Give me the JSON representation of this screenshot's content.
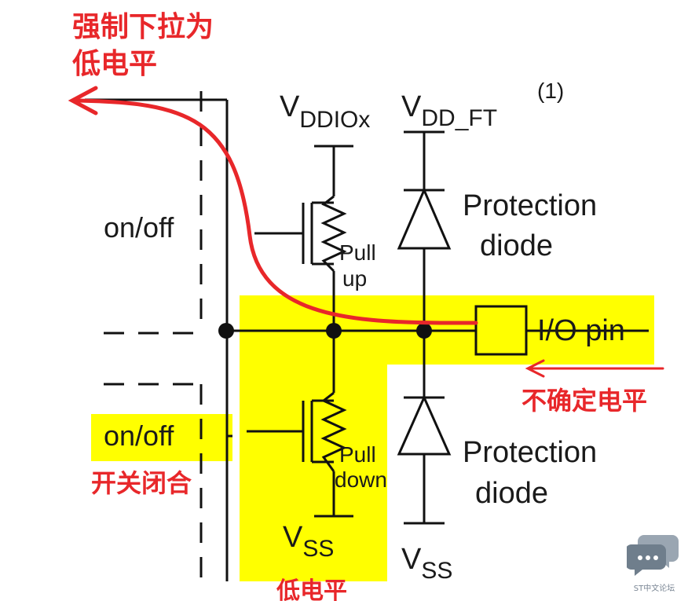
{
  "annotations": {
    "pull_up_note_line1": "强制下拉为",
    "pull_up_note_line2": "低电平",
    "undetermined_level": "不确定电平",
    "switch_closed": "开关闭合",
    "low_level_bottom": "低电平"
  },
  "circuit": {
    "vddiox": {
      "main": "V",
      "sub": "DDIOx"
    },
    "vdd_ft": {
      "main": "V",
      "sub": "DD_FT",
      "note": "(1)"
    },
    "vss_left": {
      "main": "V",
      "sub": "SS"
    },
    "vss_right": {
      "main": "V",
      "sub": "SS"
    },
    "switch_top": "on/off",
    "switch_bottom": "on/off",
    "pull_up_line1": "Pull",
    "pull_up_line2": "up",
    "pull_down_line1": "Pull",
    "pull_down_line2": "down",
    "diode_top_line1": "Protection",
    "diode_top_line2": "diode",
    "diode_bottom_line1": "Protection",
    "diode_bottom_line2": "diode",
    "io_pin": "I/O pin"
  },
  "watermark": {
    "text": "ST中文论坛",
    "icon": "chat-bubbles-icon"
  },
  "colors": {
    "highlight": "#ffff00",
    "annotation": "#e8272a",
    "wire": "#111111"
  }
}
